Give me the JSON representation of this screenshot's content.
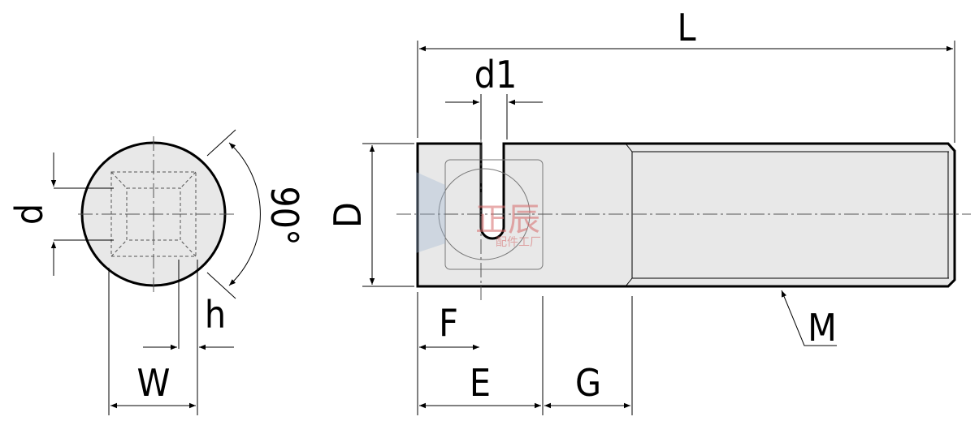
{
  "labels": {
    "L": "L",
    "d1": "d1",
    "D": "D",
    "d": "d",
    "angle": "90°",
    "h": "h",
    "W": "W",
    "F": "F",
    "E": "E",
    "G": "G",
    "M": "M"
  },
  "watermark": {
    "name": "正辰",
    "subtitle": "配件工厂"
  },
  "colors": {
    "line": "#000000",
    "fill": "#e8e8e8",
    "hidden": "#555555",
    "watermark": "#d66a6a"
  }
}
